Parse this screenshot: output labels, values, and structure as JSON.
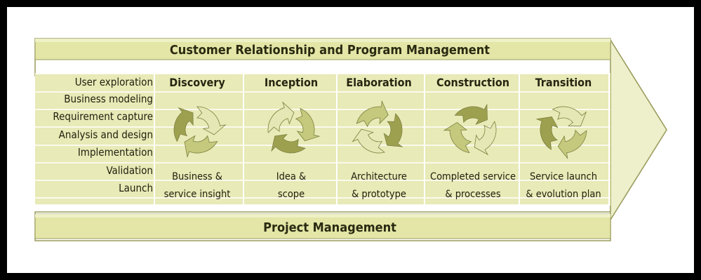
{
  "top_band": {
    "title": "Customer Relationship and Program Management"
  },
  "bottom_band": {
    "title": "Project Management"
  },
  "activities": [
    "User exploration",
    "Business modeling",
    "Requirement capture",
    "Analysis and design",
    "Implementation",
    "Validation",
    "Launch"
  ],
  "phases": [
    {
      "title": "Discovery",
      "output_line1": "Business &",
      "output_line2": "service insight"
    },
    {
      "title": "Inception",
      "output_line1": "Idea &",
      "output_line2": "scope"
    },
    {
      "title": "Elaboration",
      "output_line1": "Architecture",
      "output_line2": "& prototype"
    },
    {
      "title": "Construction",
      "output_line1": "Completed service",
      "output_line2": "& processes"
    },
    {
      "title": "Transition",
      "output_line1": "Service launch",
      "output_line2": "& evolution plan"
    }
  ],
  "colors": {
    "band_fill": "#e3e6a6",
    "band_stroke": "#9a9c5d",
    "cycle_light": "#e5e8b4",
    "cycle_mid": "#c4c97d",
    "cycle_dark": "#9da14f",
    "frame": "#ffffff",
    "background": "#000000"
  }
}
